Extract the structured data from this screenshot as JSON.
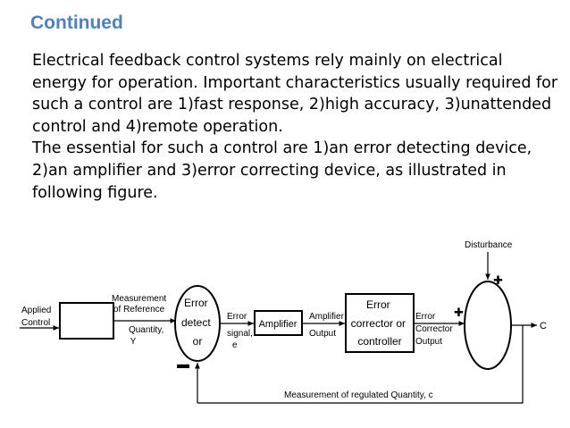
{
  "slide": {
    "title": "Continued",
    "paragraph1": "Electrical feedback control systems rely mainly on electrical energy for operation. Important characteristics usually required for such a control are 1)fast response, 2)high accuracy, 3)unattended control and 4)remote operation.",
    "paragraph2": "The essential for such a control are 1)an error detecting device, 2)an amplifier and 3)error correcting device, as illustrated in following figure."
  },
  "diagram": {
    "input_label": [
      "Applied",
      "Control"
    ],
    "reference_label": [
      "Measurement",
      "of Reference",
      "Quantity,",
      "Y"
    ],
    "error_detector_label": [
      "Error",
      "detect",
      "or"
    ],
    "error_signal_label": [
      "Error",
      "signal,",
      "e"
    ],
    "amplifier_label": "Amplifier",
    "amplifier_output_label": [
      "Amplifier",
      "Output"
    ],
    "corrector_label": [
      "Error",
      "corrector or",
      "controller"
    ],
    "corrector_output_label": [
      "Error",
      "Corrector",
      "Output"
    ],
    "disturbance_label": "Disturbance",
    "output_label": "C",
    "feedback_label": "Measurement of regulated Quantity, c",
    "plus_sign": "✚",
    "minus_sign": "▬"
  }
}
